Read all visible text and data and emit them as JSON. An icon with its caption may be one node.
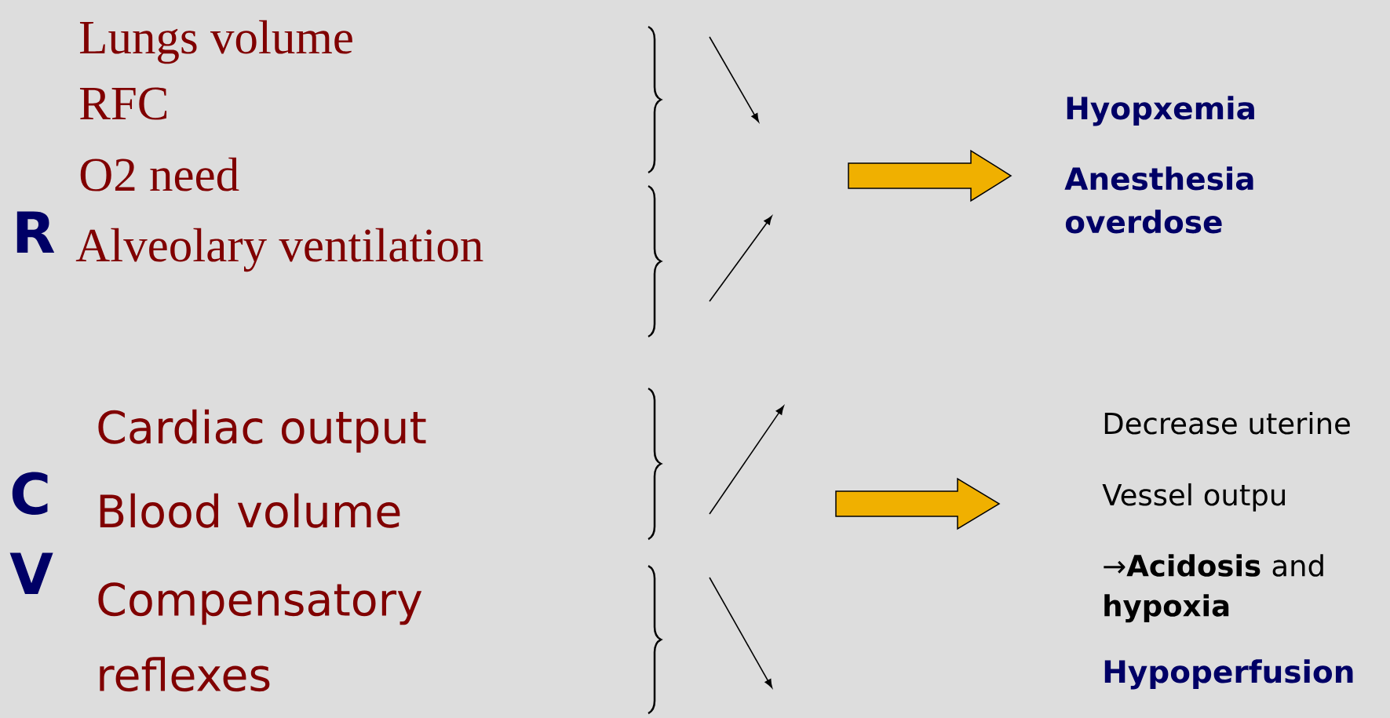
{
  "diagram": {
    "labels": [
      "Lungs volume",
      "RFC",
      "O2 need",
      "R",
      "Alveolary ventilation",
      "Hyopxemia",
      "Anesthesia overdose",
      "Cardiac output",
      "C",
      "Blood volume",
      "V",
      "Compensatory reflexes",
      "Decrease uterine",
      "Vessel outpu",
      "→**Acidosis** and **hypoxia**",
      "Hypoperfusion"
    ]
  }
}
